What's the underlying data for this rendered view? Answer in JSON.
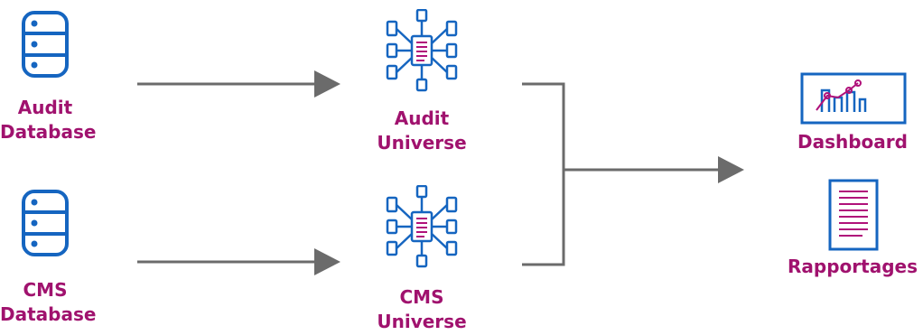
{
  "colors": {
    "label": "#a0126e",
    "icon": "#1565c0",
    "accent": "#b0117a",
    "arrow": "#6b6b6b"
  },
  "sources": [
    {
      "line1": "Audit",
      "line2": "Database",
      "icon": "database-icon"
    },
    {
      "line1": "CMS",
      "line2": "Database",
      "icon": "database-icon"
    }
  ],
  "universes": [
    {
      "line1": "Audit",
      "line2": "Universe",
      "icon": "network-hub-icon"
    },
    {
      "line1": "CMS",
      "line2": "Universe",
      "icon": "network-hub-icon"
    }
  ],
  "outputs": [
    {
      "label": "Dashboard",
      "icon": "dashboard-chart-icon"
    },
    {
      "label": "Rapportages",
      "icon": "report-document-icon"
    }
  ]
}
